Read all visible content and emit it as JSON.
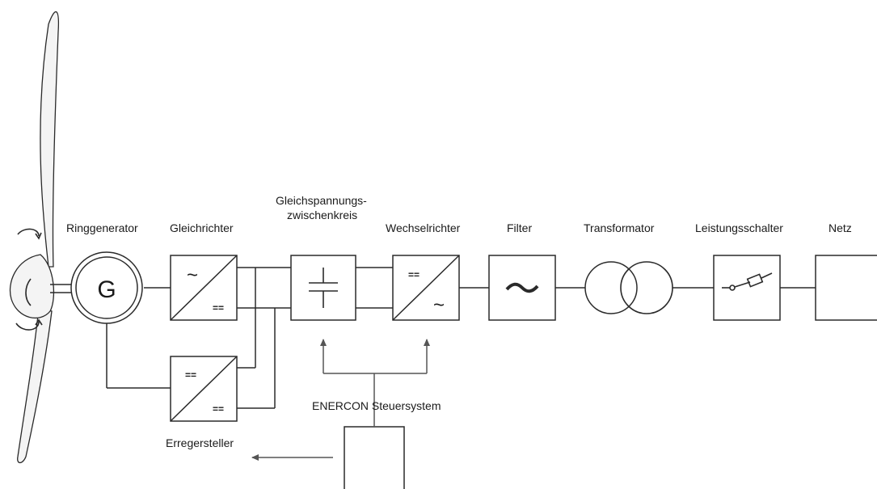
{
  "labels": {
    "ringgenerator": "Ringgenerator",
    "gleichrichter": "Gleichrichter",
    "zwischenkreis_line1": "Gleichspannungs-",
    "zwischenkreis_line2": "zwischenkreis",
    "wechselrichter": "Wechselrichter",
    "filter": "Filter",
    "transformator": "Transformator",
    "leistungsschalter": "Leistungsschalter",
    "netz": "Netz",
    "steuersystem": "ENERCON Steuersystem",
    "erregersteller": "Erregersteller"
  },
  "symbols": {
    "generator_letter": "G",
    "ac": "~",
    "dc": "=="
  },
  "icons": [
    "wind-turbine-rotor-icon",
    "rotation-arrow-icon",
    "capacitor-icon",
    "filter-wave-icon",
    "breaker-switch-icon"
  ],
  "colors": {
    "line": "#2a2a2a",
    "control_arrow": "#555555",
    "text": "#1a1a1a"
  }
}
